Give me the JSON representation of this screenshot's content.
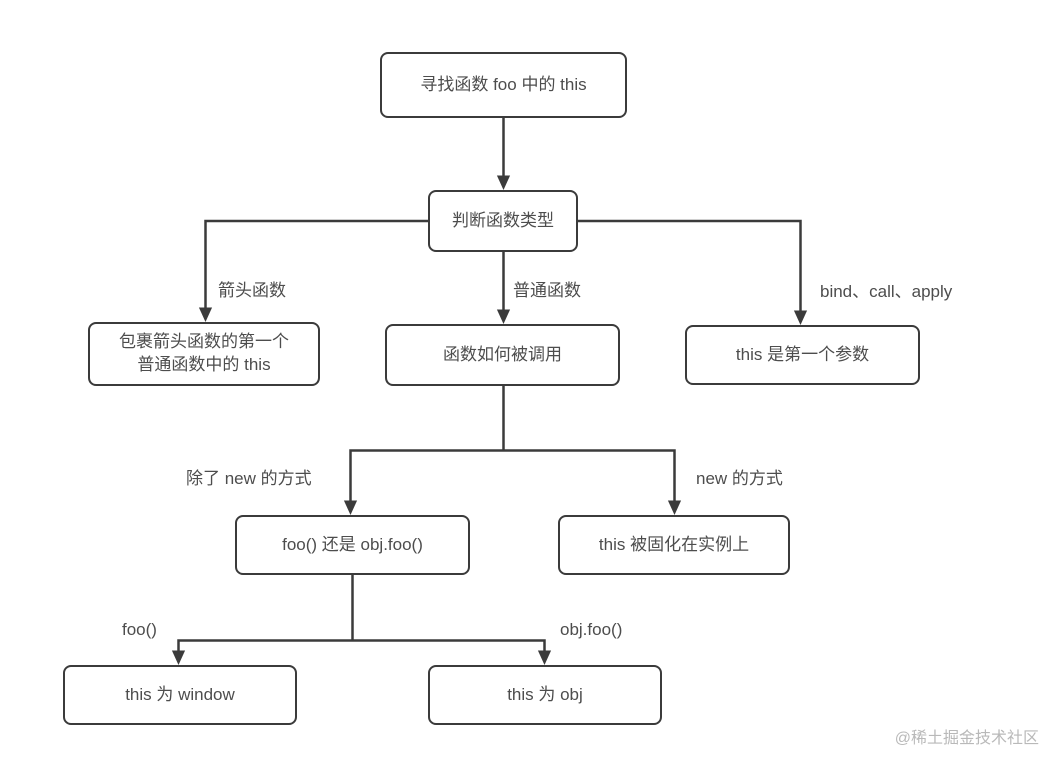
{
  "diagram": {
    "nodes": {
      "root": {
        "label": "寻找函数 foo 中的 this"
      },
      "judge_type": {
        "label": "判断函数类型"
      },
      "arrow_wrap": {
        "line1": "包裹箭头函数的第一个",
        "line2": "普通函数中的 this"
      },
      "how_called": {
        "label": "函数如何被调用"
      },
      "first_param": {
        "label": "this 是第一个参数"
      },
      "which_call": {
        "label": "foo() 还是 obj.foo()"
      },
      "new_fixed": {
        "label": "this 被固化在实例上"
      },
      "this_window": {
        "label": "this 为 window"
      },
      "this_obj": {
        "label": "this 为 obj"
      }
    },
    "edge_labels": {
      "arrow_fn": "箭头函数",
      "normal_fn": "普通函数",
      "bind_call_apply": "bind、call、apply",
      "not_new": "除了 new 的方式",
      "new_way": "new 的方式",
      "foo_call": "foo()",
      "obj_foo_call": "obj.foo()"
    },
    "colors": {
      "line": "#3b3b3b",
      "box_border": "#3b3b3b",
      "text": "#4d4d4d",
      "watermark": "#b9b9b9",
      "background": "#ffffff"
    },
    "watermark": "@稀土掘金技术社区"
  }
}
